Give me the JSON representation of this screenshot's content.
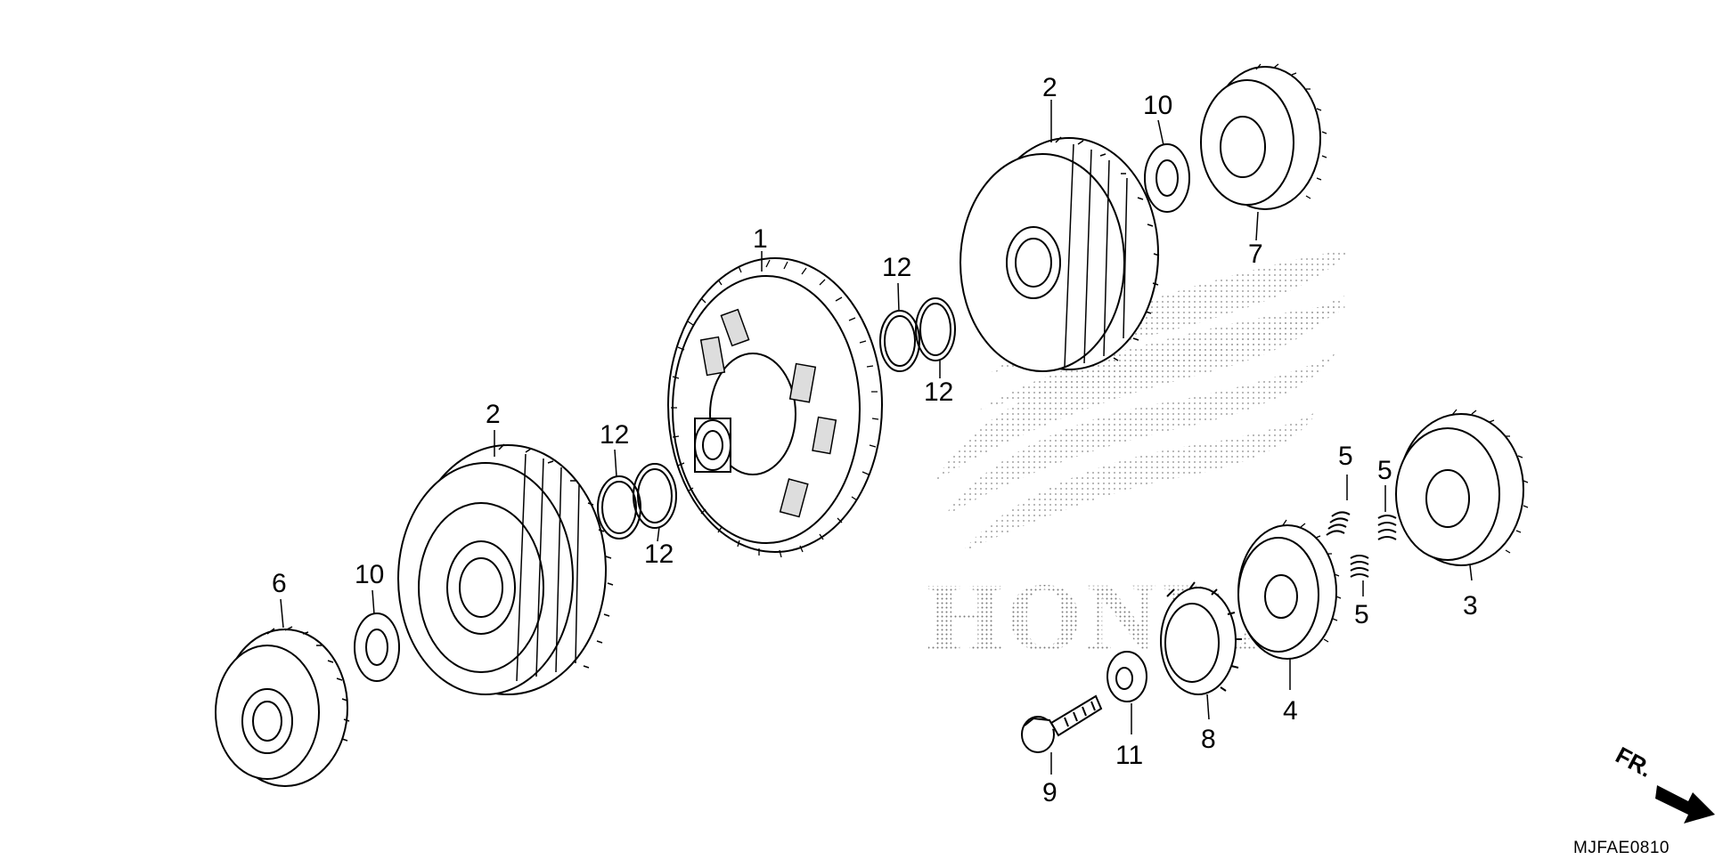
{
  "diagram": {
    "part_labels": [
      {
        "id": "p1",
        "num": "1"
      },
      {
        "id": "p2a",
        "num": "2"
      },
      {
        "id": "p2b",
        "num": "2"
      },
      {
        "id": "p3",
        "num": "3"
      },
      {
        "id": "p4",
        "num": "4"
      },
      {
        "id": "p5a",
        "num": "5"
      },
      {
        "id": "p5b",
        "num": "5"
      },
      {
        "id": "p5c",
        "num": "5"
      },
      {
        "id": "p6",
        "num": "6"
      },
      {
        "id": "p7",
        "num": "7"
      },
      {
        "id": "p8",
        "num": "8"
      },
      {
        "id": "p9",
        "num": "9"
      },
      {
        "id": "p10a",
        "num": "10"
      },
      {
        "id": "p10b",
        "num": "10"
      },
      {
        "id": "p11",
        "num": "11"
      },
      {
        "id": "p12a",
        "num": "12"
      },
      {
        "id": "p12b",
        "num": "12"
      },
      {
        "id": "p12c",
        "num": "12"
      },
      {
        "id": "p12d",
        "num": "12"
      }
    ],
    "direction_label": "FR.",
    "reference_code": "MJFAE0810",
    "watermark_text": "HONDA",
    "colors": {
      "ink": "#000000",
      "background": "#ffffff",
      "watermark": "#8a8a8a"
    }
  }
}
